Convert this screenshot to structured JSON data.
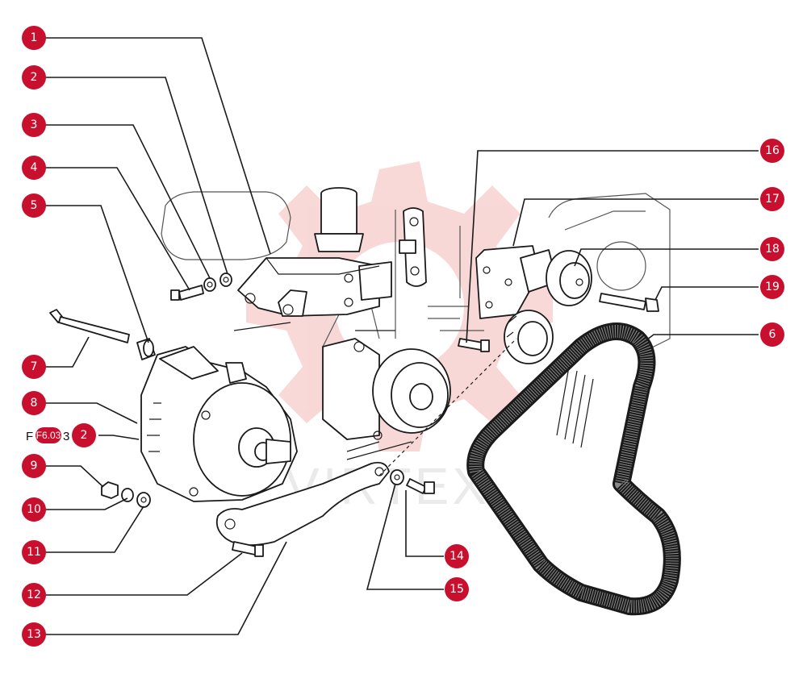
{
  "figure": {
    "reference_code": "F6.03",
    "reference_suffix": "3",
    "watermark": "VIRTEX"
  },
  "colors": {
    "badge": "#c8102e",
    "watermark": "#f4b8b8",
    "line": "#1a1a1a"
  },
  "callouts": [
    {
      "id": "1",
      "label": "1"
    },
    {
      "id": "2a",
      "label": "2"
    },
    {
      "id": "3",
      "label": "3"
    },
    {
      "id": "4",
      "label": "4"
    },
    {
      "id": "5",
      "label": "5"
    },
    {
      "id": "7",
      "label": "7"
    },
    {
      "id": "8",
      "label": "8"
    },
    {
      "id": "2b",
      "label": "2"
    },
    {
      "id": "9",
      "label": "9"
    },
    {
      "id": "10",
      "label": "10"
    },
    {
      "id": "11",
      "label": "11"
    },
    {
      "id": "12",
      "label": "12"
    },
    {
      "id": "13",
      "label": "13"
    },
    {
      "id": "14",
      "label": "14"
    },
    {
      "id": "15",
      "label": "15"
    },
    {
      "id": "16",
      "label": "16"
    },
    {
      "id": "17",
      "label": "17"
    },
    {
      "id": "18",
      "label": "18"
    },
    {
      "id": "19",
      "label": "19"
    },
    {
      "id": "6",
      "label": "6"
    }
  ]
}
